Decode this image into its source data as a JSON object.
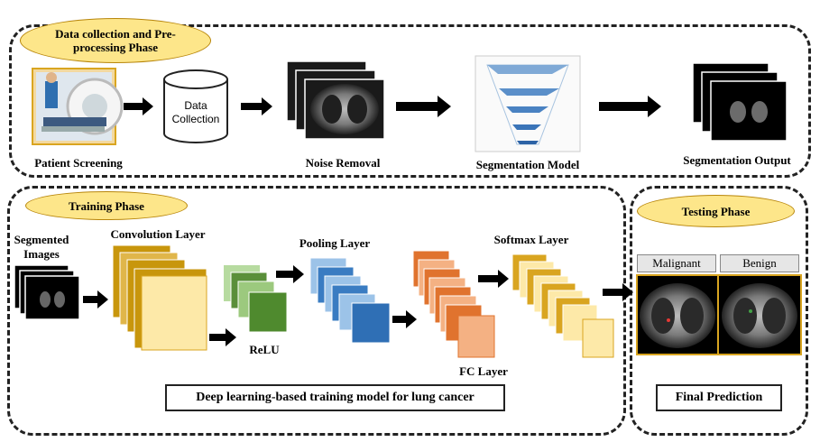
{
  "phases": {
    "preprocessing": "Data collection and Pre-processing Phase",
    "training": "Training Phase",
    "testing": "Testing Phase"
  },
  "preprocessing": {
    "patient_screening": "Patient Screening",
    "data_collection": "Data Collection",
    "noise_removal": "Noise Removal",
    "segmentation_model": "Segmentation Model",
    "segmentation_output": "Segmentation Output"
  },
  "training": {
    "segmented_images": "Segmented Images",
    "convolution_layer": "Convolution Layer",
    "relu": "ReLU",
    "pooling_layer": "Pooling Layer",
    "fc_layer": "FC Layer",
    "softmax_layer": "Softmax Layer",
    "caption": "Deep learning-based training model for lung cancer"
  },
  "testing": {
    "malignant": "Malignant",
    "benign": "Benign",
    "final_prediction": "Final Prediction"
  },
  "colors": {
    "pill_fill": "#fde68a",
    "conv": "#c8960c",
    "relu": "#5a8f3a",
    "pool": "#3a7cc2",
    "fc": "#e0732e",
    "softmax": "#d9a520"
  }
}
